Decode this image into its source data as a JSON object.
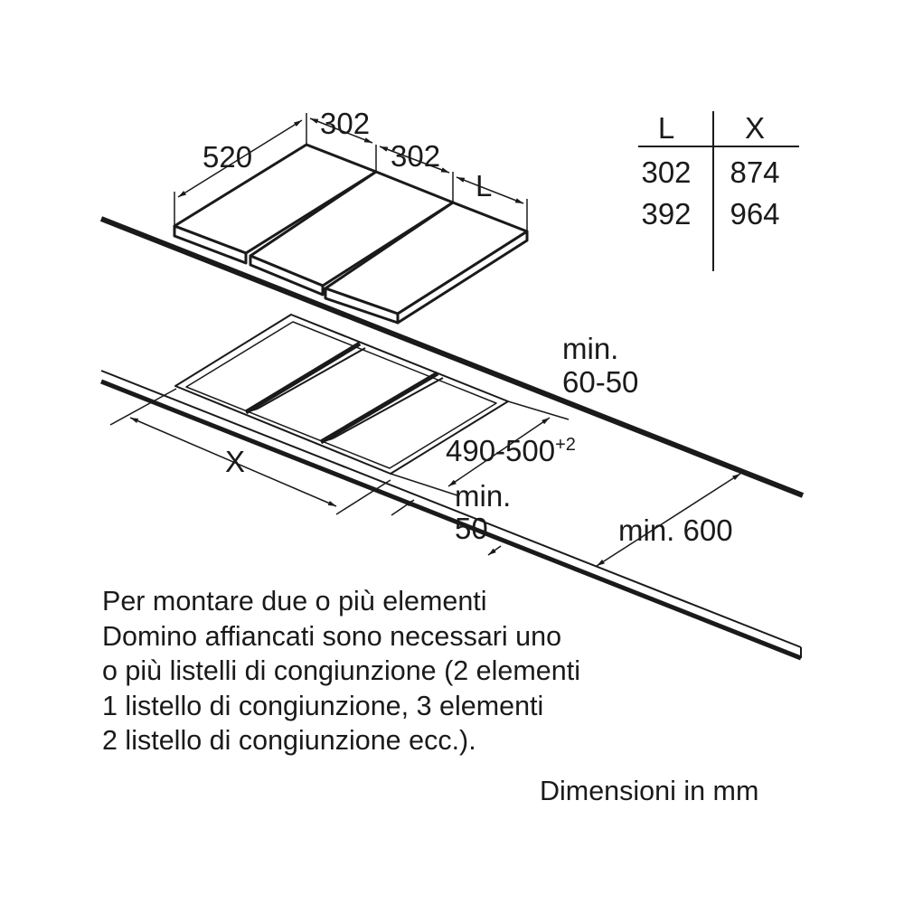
{
  "dimensions": {
    "depth": "520",
    "width_first": "302",
    "width_second": "302",
    "width_last": "L",
    "cutout_width": "X",
    "cutout_depth": "490-500",
    "cutout_depth_tolerance": "+2",
    "front_clearance_label": "min.",
    "front_clearance_value": "50",
    "rear_clearance_label": "min.",
    "rear_clearance_value": "60-50",
    "worktop_depth": "min. 600"
  },
  "table": {
    "headers": [
      "L",
      "X"
    ],
    "rows": [
      [
        "302",
        "874"
      ],
      [
        "392",
        "964"
      ]
    ]
  },
  "note_lines": [
    "Per montare due o più elementi",
    "Domino affiancati sono necessari uno",
    "o più listelli di congiunzione (2 elementi",
    "1 listello di congiunzione, 3 elementi",
    "2 listello di congiunzione ecc.)."
  ],
  "units_label": "Dimensioni in mm"
}
